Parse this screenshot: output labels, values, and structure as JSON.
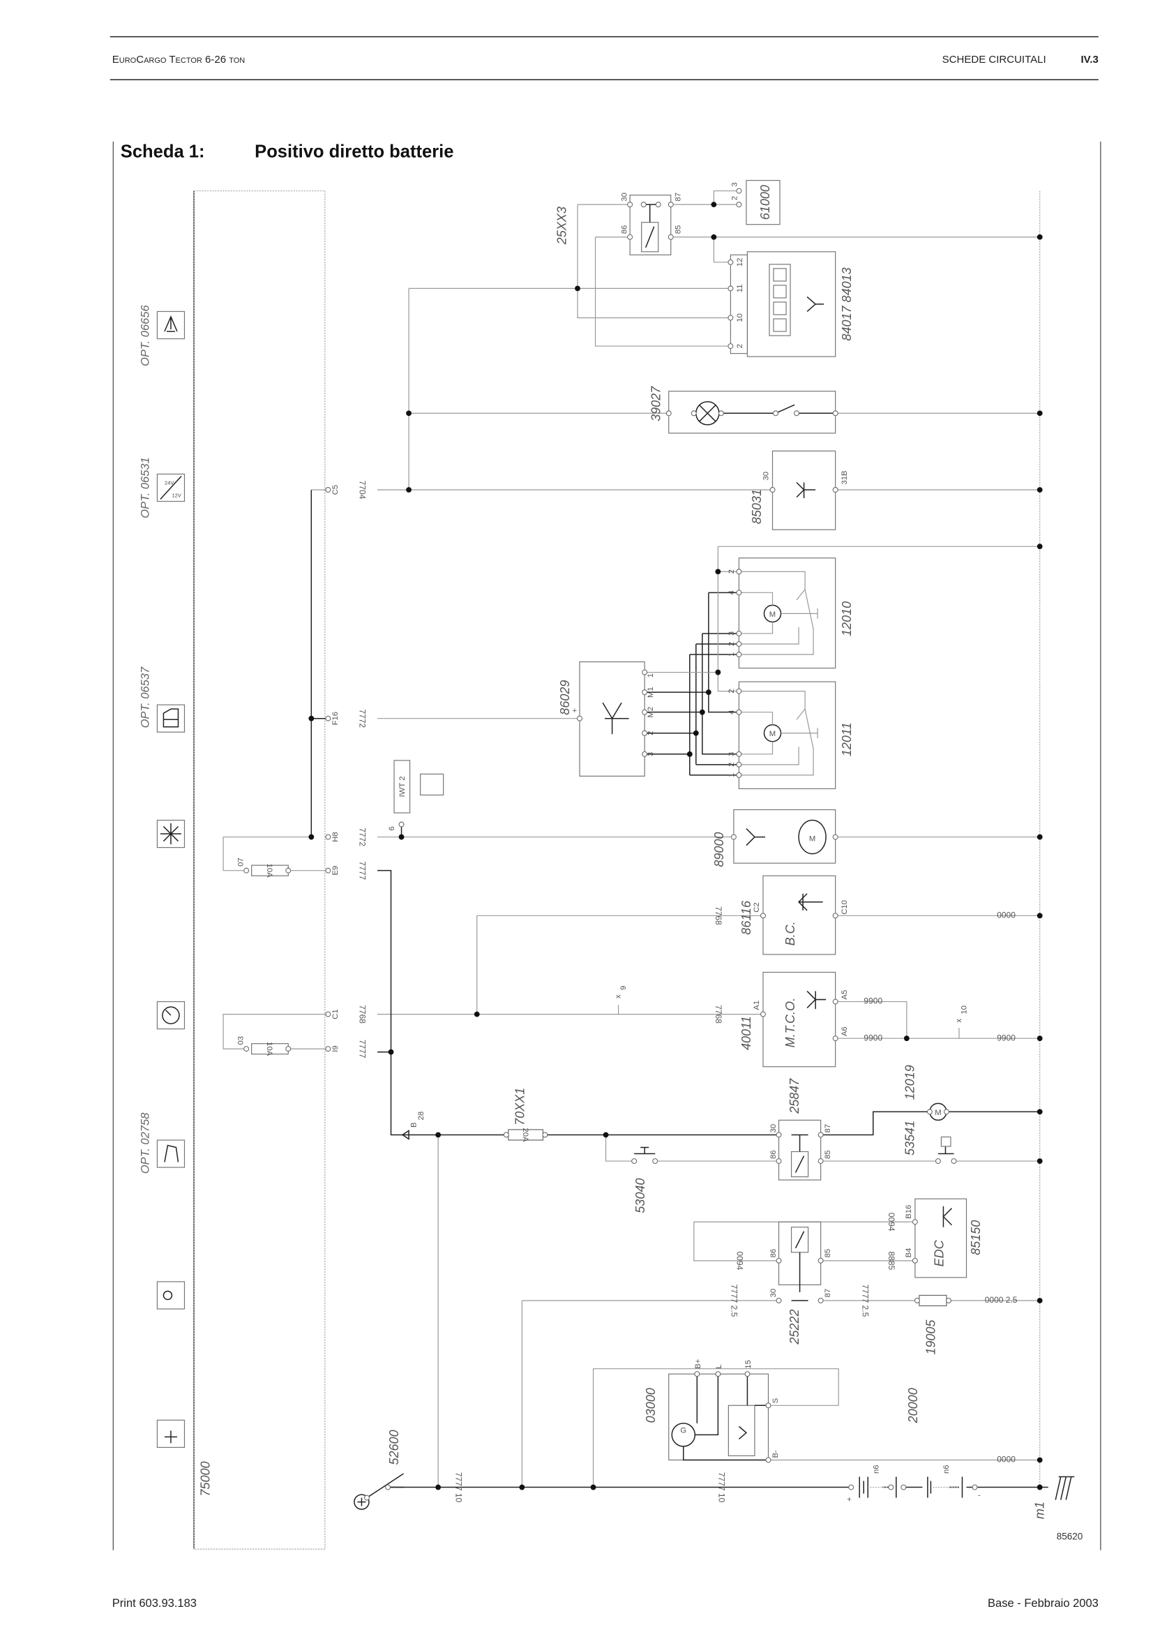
{
  "header": {
    "left": "EuroCargo Tector 6-26 ton",
    "section": "SCHEDE CIRCUITALI",
    "page": "IV.3"
  },
  "title": {
    "label": "Scheda 1:",
    "text": "Positivo diretto batterie"
  },
  "footer": {
    "left": "Print 603.93.183",
    "right": "Base - Febbraio 2003"
  },
  "figure_id": "85620",
  "options": [
    "OPT. 06656",
    "OPT. 06531",
    "OPT. 06537",
    "OPT. 02758"
  ],
  "icons": {
    "v24": "24V",
    "v12": "12V"
  },
  "components": {
    "c75000": "75000",
    "c25XX3": "25XX3",
    "c61000": "61000",
    "c84017": "84017 84013",
    "c39027": "39027",
    "c85031": "85031",
    "c86029": "86029",
    "c12010": "12010",
    "c12011": "12011",
    "c89000": "89000",
    "c86116": "86116",
    "c40011": "40011",
    "c70XX1": "70XX1",
    "c25847": "25847",
    "c12019": "12019",
    "c53541": "53541",
    "c53040": "53040",
    "c85150": "85150",
    "c25222": "25222",
    "c19005": "19005",
    "c03000": "03000",
    "c20000": "20000",
    "c52600": "52600",
    "iwt": "IWT 2",
    "fuse07": "07",
    "fuse03": "03",
    "fuse10": "10A",
    "fuse20": "20A",
    "bc": "B.C.",
    "mtco": "M.T.C.O.",
    "edc": "EDC",
    "motor": "M",
    "gen": "G",
    "x": "x",
    "x9": "9",
    "x10": "10",
    "b": "B",
    "b28": "28",
    "n6": "n6",
    "m1": "m1"
  },
  "pins": {
    "C5": "C5",
    "F16": "F16",
    "H8": "H8",
    "E9": "E9",
    "C1": "C1",
    "I9": "I9",
    "p30": "30",
    "p86": "86",
    "p87": "87",
    "p85": "85",
    "p12": "12",
    "p11": "11",
    "p10": "10",
    "p1": "1",
    "p2": "2",
    "p3": "3",
    "p4": "4",
    "p6": "6",
    "p15": "15",
    "p31B": "31B",
    "M1": "M1",
    "M2": "M2",
    "plus": "+",
    "minus": "-",
    "A1": "A1",
    "A5": "A5",
    "A6": "A6",
    "C2": "C2",
    "C10": "C10",
    "B16": "B16",
    "B4": "B4",
    "Bp": "B+",
    "Bm": "B-",
    "L": "L",
    "S": "S"
  },
  "wires": {
    "w7704": "7704",
    "w7772": "7772",
    "w7777": "7777",
    "w7768": "7768",
    "w0000": "0000",
    "w9900": "9900",
    "w0094": "0094",
    "w8885": "8885",
    "w7777_25": "7777 2.5",
    "w0000_25": "0000 2.5",
    "w7777_10": "7777 10"
  }
}
